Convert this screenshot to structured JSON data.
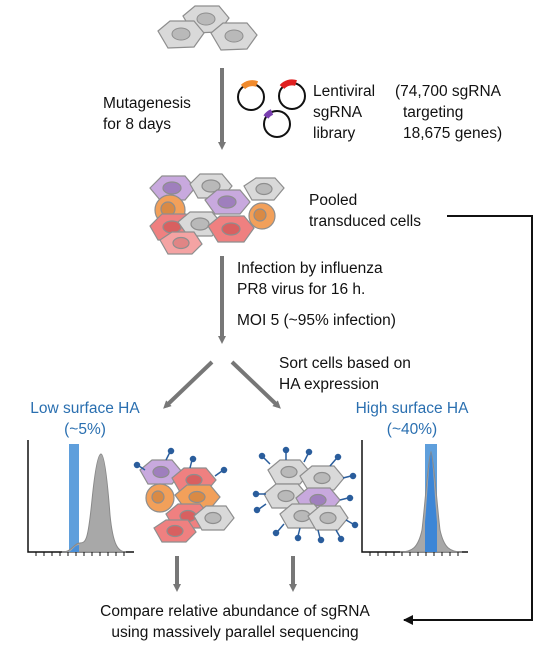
{
  "steps": {
    "mutagenesis": [
      "Mutagenesis",
      "for 8 days"
    ],
    "library": [
      "Lentiviral",
      "sgRNA",
      "library"
    ],
    "library_size": [
      "(74,700 sgRNA",
      "targeting",
      "18,675 genes)"
    ],
    "pooled": [
      "Pooled",
      "transduced cells"
    ],
    "infection": [
      "Infection by influenza",
      "PR8 virus for 16 h."
    ],
    "moi": "MOI 5 (~95% infection)",
    "sort": [
      "Sort cells based on",
      "HA expression"
    ],
    "compare": [
      "Compare relative abundance of sgRNA",
      "using massively parallel sequencing"
    ]
  },
  "populations": {
    "low": {
      "label": "Low surface HA",
      "percent": "(~5%)"
    },
    "high": {
      "label": "High surface HA",
      "percent": "(~40%)"
    }
  },
  "colors": {
    "arrow": "#777777",
    "accent_blue": "#2a6fb0",
    "gate": "#4a90d9",
    "histogram": "#a8a8a8",
    "cell_gray": "#d6d6d6",
    "cell_orange": "#f2a05a",
    "cell_red": "#ef7d7d",
    "cell_purple": "#c6a8dd",
    "ha_marker": "#2a5d9c"
  },
  "icons": [
    "plasmid-icon",
    "cell-cluster-icon",
    "histogram-icon",
    "ha-marker-icon"
  ]
}
